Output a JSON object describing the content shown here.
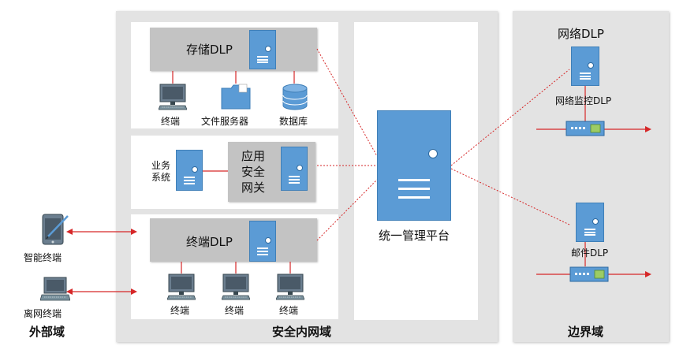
{
  "zones": {
    "external": "外部域",
    "internal": "安全内网域",
    "border": "边界域"
  },
  "storage": {
    "title": "存储DLP",
    "terminal": "终端",
    "file_server": "文件服务器",
    "database": "数据库"
  },
  "business": {
    "system": "业务\n系统",
    "gateway": "应用\n安全\n网关"
  },
  "endpoint": {
    "title": "终端DLP",
    "terminal1": "终端",
    "terminal2": "终端",
    "terminal3": "终端"
  },
  "platform": "统一管理平台",
  "external_devices": {
    "smart": "智能终端",
    "offline": "离网终端"
  },
  "network": {
    "title": "网络DLP",
    "monitor": "网络监控DLP",
    "mail": "邮件DLP"
  },
  "colors": {
    "server": "#5b9bd5",
    "zone": "#e3e3e3",
    "link": "#d62728"
  }
}
